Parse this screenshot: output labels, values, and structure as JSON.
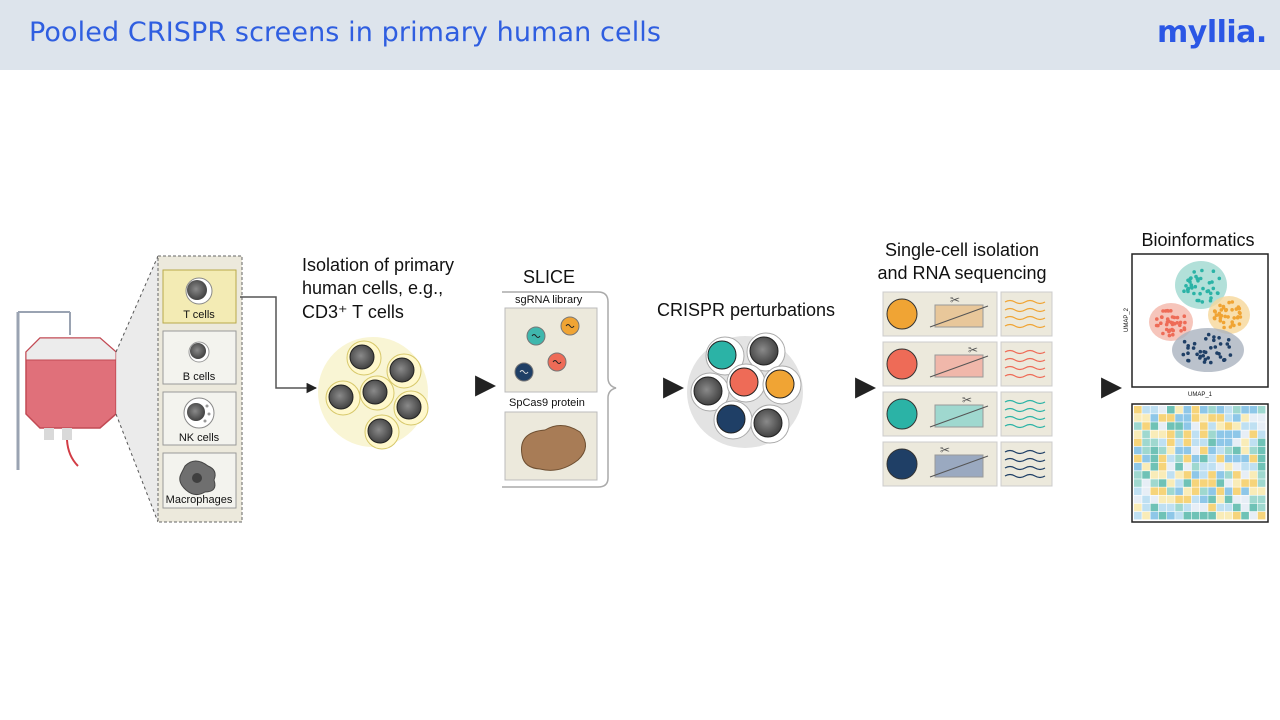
{
  "header": {
    "title": "Pooled CRISPR screens in primary human cells",
    "logo": "myllia."
  },
  "cell_panel": {
    "cells": [
      {
        "label": "T cells",
        "highlighted": true
      },
      {
        "label": "B cells",
        "highlighted": false
      },
      {
        "label": "NK cells",
        "highlighted": false
      },
      {
        "label": "Macrophages",
        "highlighted": false
      }
    ]
  },
  "steps": {
    "isolation": [
      "Isolation of primary",
      "human cells, e.g.,",
      "CD3⁺ T cells"
    ],
    "slice": "SLICE",
    "sgrna_library": "sgRNA library",
    "spcas9": "SpCas9 protein",
    "crispr": "CRISPR perturbations",
    "single_cell": [
      "Single-cell isolation",
      "and RNA sequencing"
    ],
    "bioinformatics": "Bioinformatics",
    "umap_x": "UMAP_1",
    "umap_y": "UMAP_2"
  },
  "colors": {
    "header_bg": "#dde4ec",
    "title": "#2f5ee0",
    "teal": "#2bb3a6",
    "orange": "#f0a434",
    "coral": "#ee6b57",
    "navy": "#1f3f66",
    "pale_yellow": "#f3ebb4",
    "panel_bg": "#ece9dc"
  }
}
